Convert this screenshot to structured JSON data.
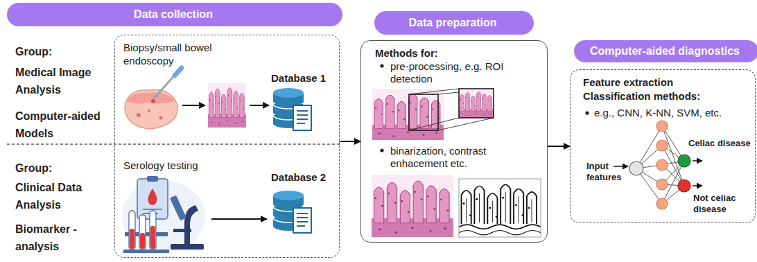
{
  "diagram": {
    "nodes": [
      {
        "text": [
          "Data collection"
        ]
      },
      {
        "text": [
          "Biopsy/small bowel endoscopy",
          "Database 1",
          "Serology testing",
          "Database 2"
        ]
      },
      {
        "text": [
          "Data preparation"
        ]
      },
      {
        "text": [
          "Methods for:",
          "pre-processing, e.g. ROI detection",
          "binarization, contrast enhacement etc."
        ]
      },
      {
        "text": [
          "Computer-aided diagnostics"
        ]
      },
      {
        "text": [
          "Feature extraction",
          "Classification methods:",
          "e.g., CNN, K-NN, SVM, etc."
        ]
      }
    ],
    "edges": [
      {
        "from": 1,
        "to": 3,
        "arrow": "to"
      },
      {
        "from": 3,
        "to": 5,
        "arrow": "to"
      }
    ],
    "labels": [
      "Group:",
      "Medical Image Analysis",
      "Computer-aided Models",
      "Group:",
      "Clinical Data Analysis",
      "Biomarker - analysis",
      "Input features",
      "Celiac disease",
      "Not celiac disease"
    ]
  }
}
